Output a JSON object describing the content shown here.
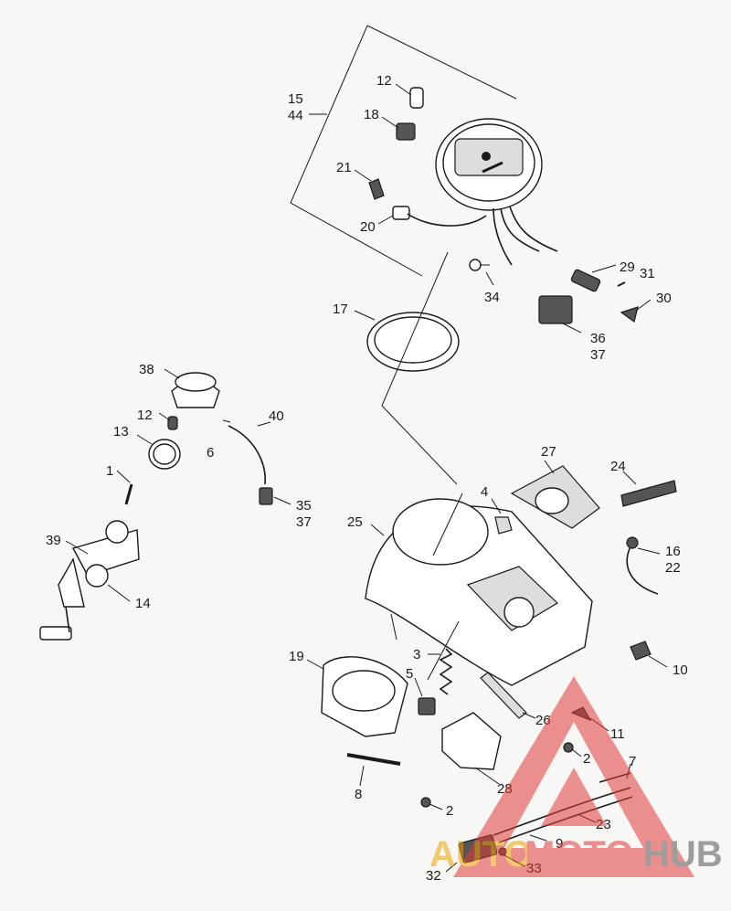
{
  "callouts": {
    "c1": "1",
    "c2a": "2",
    "c2b": "2",
    "c3": "3",
    "c4": "4",
    "c5": "5",
    "c6": "6",
    "c7": "7",
    "c8": "8",
    "c9": "9",
    "c10": "10",
    "c11": "11",
    "c12a": "12",
    "c12b": "12",
    "c13": "13",
    "c14": "14",
    "c15": "15",
    "c44": "44",
    "c16": "16",
    "c22": "22",
    "c17": "17",
    "c18": "18",
    "c19": "19",
    "c20": "20",
    "c21": "21",
    "c23": "23",
    "c24": "24",
    "c25": "25",
    "c26": "26",
    "c27": "27",
    "c28": "28",
    "c29": "29",
    "c30": "30",
    "c31": "31",
    "c32": "32",
    "c33": "33",
    "c34": "34",
    "c35": "35",
    "c37a": "37",
    "c36": "36",
    "c37b": "37",
    "c38": "38",
    "c39": "39",
    "c40": "40"
  },
  "watermark": {
    "text_auto": "AUTO",
    "text_moto": "MOTO",
    "text_hub": "HUB",
    "color_accent": "#e03a3a",
    "color_orange": "#f0a000",
    "color_gray": "#555555"
  }
}
